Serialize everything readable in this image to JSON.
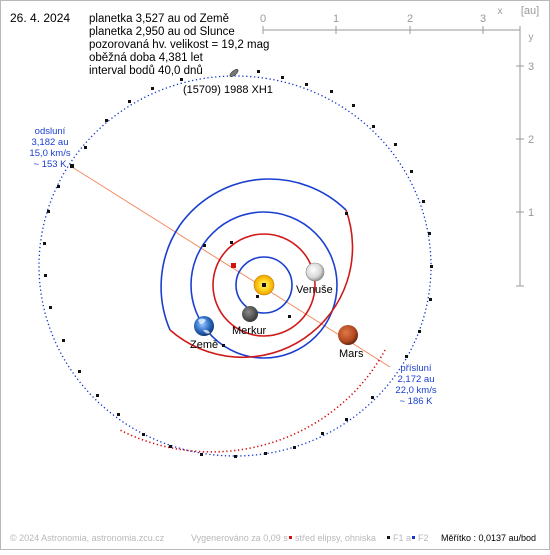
{
  "date": "26. 4. 2024",
  "info_lines": [
    "planetka 3,527 au od Země",
    "planetka 2,950 au od Slunce",
    "pozorovaná hv. velikost = 19,2 mag",
    "oběžná doba 4,381 let",
    "interval bodů 40,0 dnů"
  ],
  "object_name": "(15709) 1988 XH1",
  "scale": {
    "unit_label": "[au]",
    "corner_x": "x",
    "corner_y": "y",
    "x_ticks": [
      "0",
      "1",
      "2",
      "3"
    ],
    "y_ticks": [
      "3",
      "2",
      "1"
    ]
  },
  "aphelion": {
    "title": "odsluní",
    "distance": "3,182 au",
    "speed": "15,0 km/s",
    "temp": "~ 153 K"
  },
  "perihelion": {
    "title": "přísluní",
    "distance": "2,172 au",
    "speed": "22,0 km/s",
    "temp": "~ 186 K"
  },
  "planets": {
    "venus": "Venuše",
    "mercury": "Merkur",
    "earth": "Země",
    "mars": "Mars"
  },
  "footer": {
    "copyright": "© 2024 Astronomia, astronomia.zcu.cz",
    "generated": "Vygenerováno za 0,09 s",
    "legend_center": "střed elipsy, ohniska",
    "legend_f1": "F1 a",
    "legend_f2": "F2",
    "scale": "Měřítko : 0,0137 au/bod"
  },
  "colors": {
    "orbit_blue": "#1a3fd0",
    "orbit_red": "#d01a1a",
    "asteroid_red": "#d41010",
    "asteroid_blue": "#1436c8",
    "line_salmon": "#f28a60",
    "label_blue": "#1a3fd0",
    "axis_gray": "#9a9a9a"
  }
}
